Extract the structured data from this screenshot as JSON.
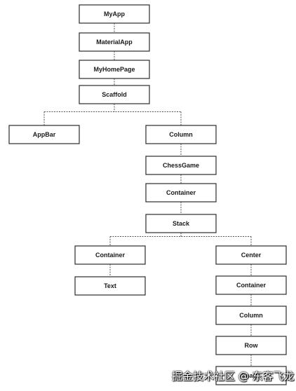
{
  "nodes": [
    {
      "id": "myapp",
      "label": "MyApp"
    },
    {
      "id": "materialapp",
      "label": "MaterialApp"
    },
    {
      "id": "myhomepage",
      "label": "MyHomePage"
    },
    {
      "id": "scaffold",
      "label": "Scaffold"
    },
    {
      "id": "appbar",
      "label": "AppBar"
    },
    {
      "id": "column1",
      "label": "Column"
    },
    {
      "id": "chessgame",
      "label": "ChessGame"
    },
    {
      "id": "container1",
      "label": "Container"
    },
    {
      "id": "stack",
      "label": "Stack"
    },
    {
      "id": "container2",
      "label": "Container"
    },
    {
      "id": "text",
      "label": "Text"
    },
    {
      "id": "center",
      "label": "Center"
    },
    {
      "id": "container3",
      "label": "Container"
    },
    {
      "id": "column2",
      "label": "Column"
    },
    {
      "id": "row",
      "label": "Row"
    },
    {
      "id": "image",
      "label": "Image"
    }
  ],
  "edges": [
    [
      "myapp",
      "materialapp"
    ],
    [
      "materialapp",
      "myhomepage"
    ],
    [
      "myhomepage",
      "scaffold"
    ],
    [
      "scaffold",
      "appbar"
    ],
    [
      "scaffold",
      "column1"
    ],
    [
      "column1",
      "chessgame"
    ],
    [
      "chessgame",
      "container1"
    ],
    [
      "container1",
      "stack"
    ],
    [
      "stack",
      "container2"
    ],
    [
      "stack",
      "center"
    ],
    [
      "container2",
      "text"
    ],
    [
      "center",
      "container3"
    ],
    [
      "container3",
      "column2"
    ],
    [
      "column2",
      "row"
    ],
    [
      "row",
      "image"
    ]
  ],
  "watermark": "掘金技术社区 @ 东客飞龙"
}
